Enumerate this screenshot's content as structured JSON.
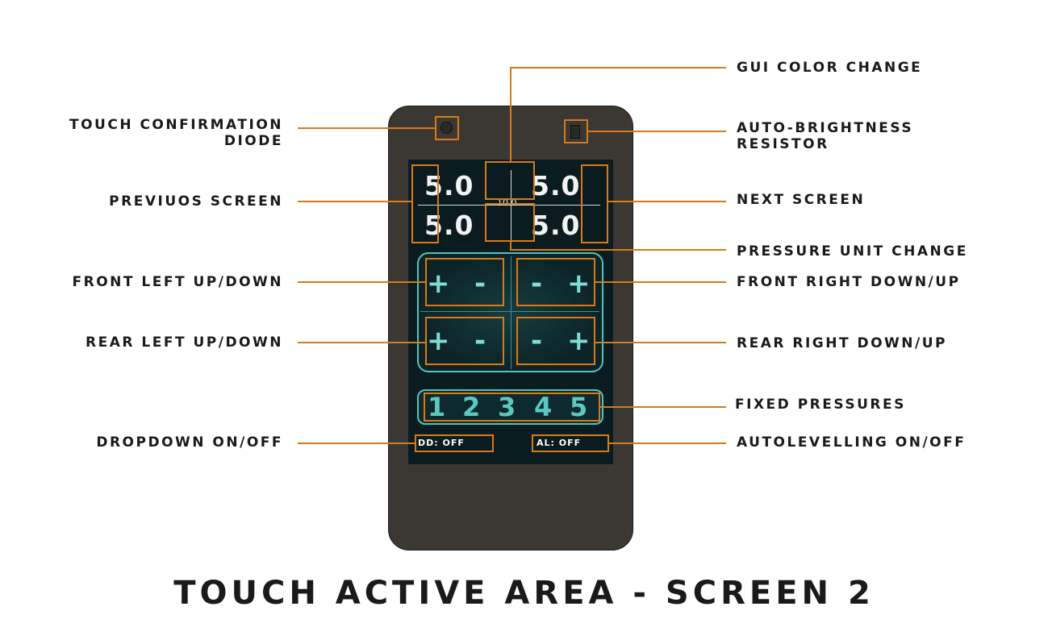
{
  "title": "TOUCH ACTIVE AREA - SCREEN 2",
  "labels": {
    "gui_color_change": "GUI COLOR CHANGE",
    "touch_confirmation_line1": "TOUCH CONFIRMATION",
    "touch_confirmation_line2": "DIODE",
    "auto_brightness_line1": "AUTO-BRIGHTNESS",
    "auto_brightness_line2": "RESISTOR",
    "previous_screen": "PREVIUOS SCREEN",
    "next_screen": "NEXT SCREEN",
    "pressure_unit_change": "PRESSURE UNIT CHANGE",
    "front_left": "FRONT LEFT UP/DOWN",
    "front_right": "FRONT RIGHT DOWN/UP",
    "rear_left": "REAR LEFT UP/DOWN",
    "rear_right": "REAR RIGHT DOWN/UP",
    "fixed_pressures": "FIXED PRESSURES",
    "dropdown": "DROPDOWN ON/OFF",
    "autolevelling": "AUTOLEVELLING ON/OFF"
  },
  "screen": {
    "pressures": {
      "front_left": "5.0",
      "front_right": "5.0",
      "rear_left": "5.0",
      "rear_right": "5.0"
    },
    "unit_value": "10.0",
    "plus": "+",
    "minus": "-",
    "fixed_pressures": [
      "1",
      "2",
      "3",
      "4",
      "5"
    ],
    "dropdown_toggle": "DD: OFF",
    "autolevel_toggle": "AL: OFF"
  },
  "colors": {
    "callout": "#d87a17",
    "device_body": "#3b3833",
    "screen_bg": "#0b1c20",
    "accent": "#4fc3c0"
  }
}
